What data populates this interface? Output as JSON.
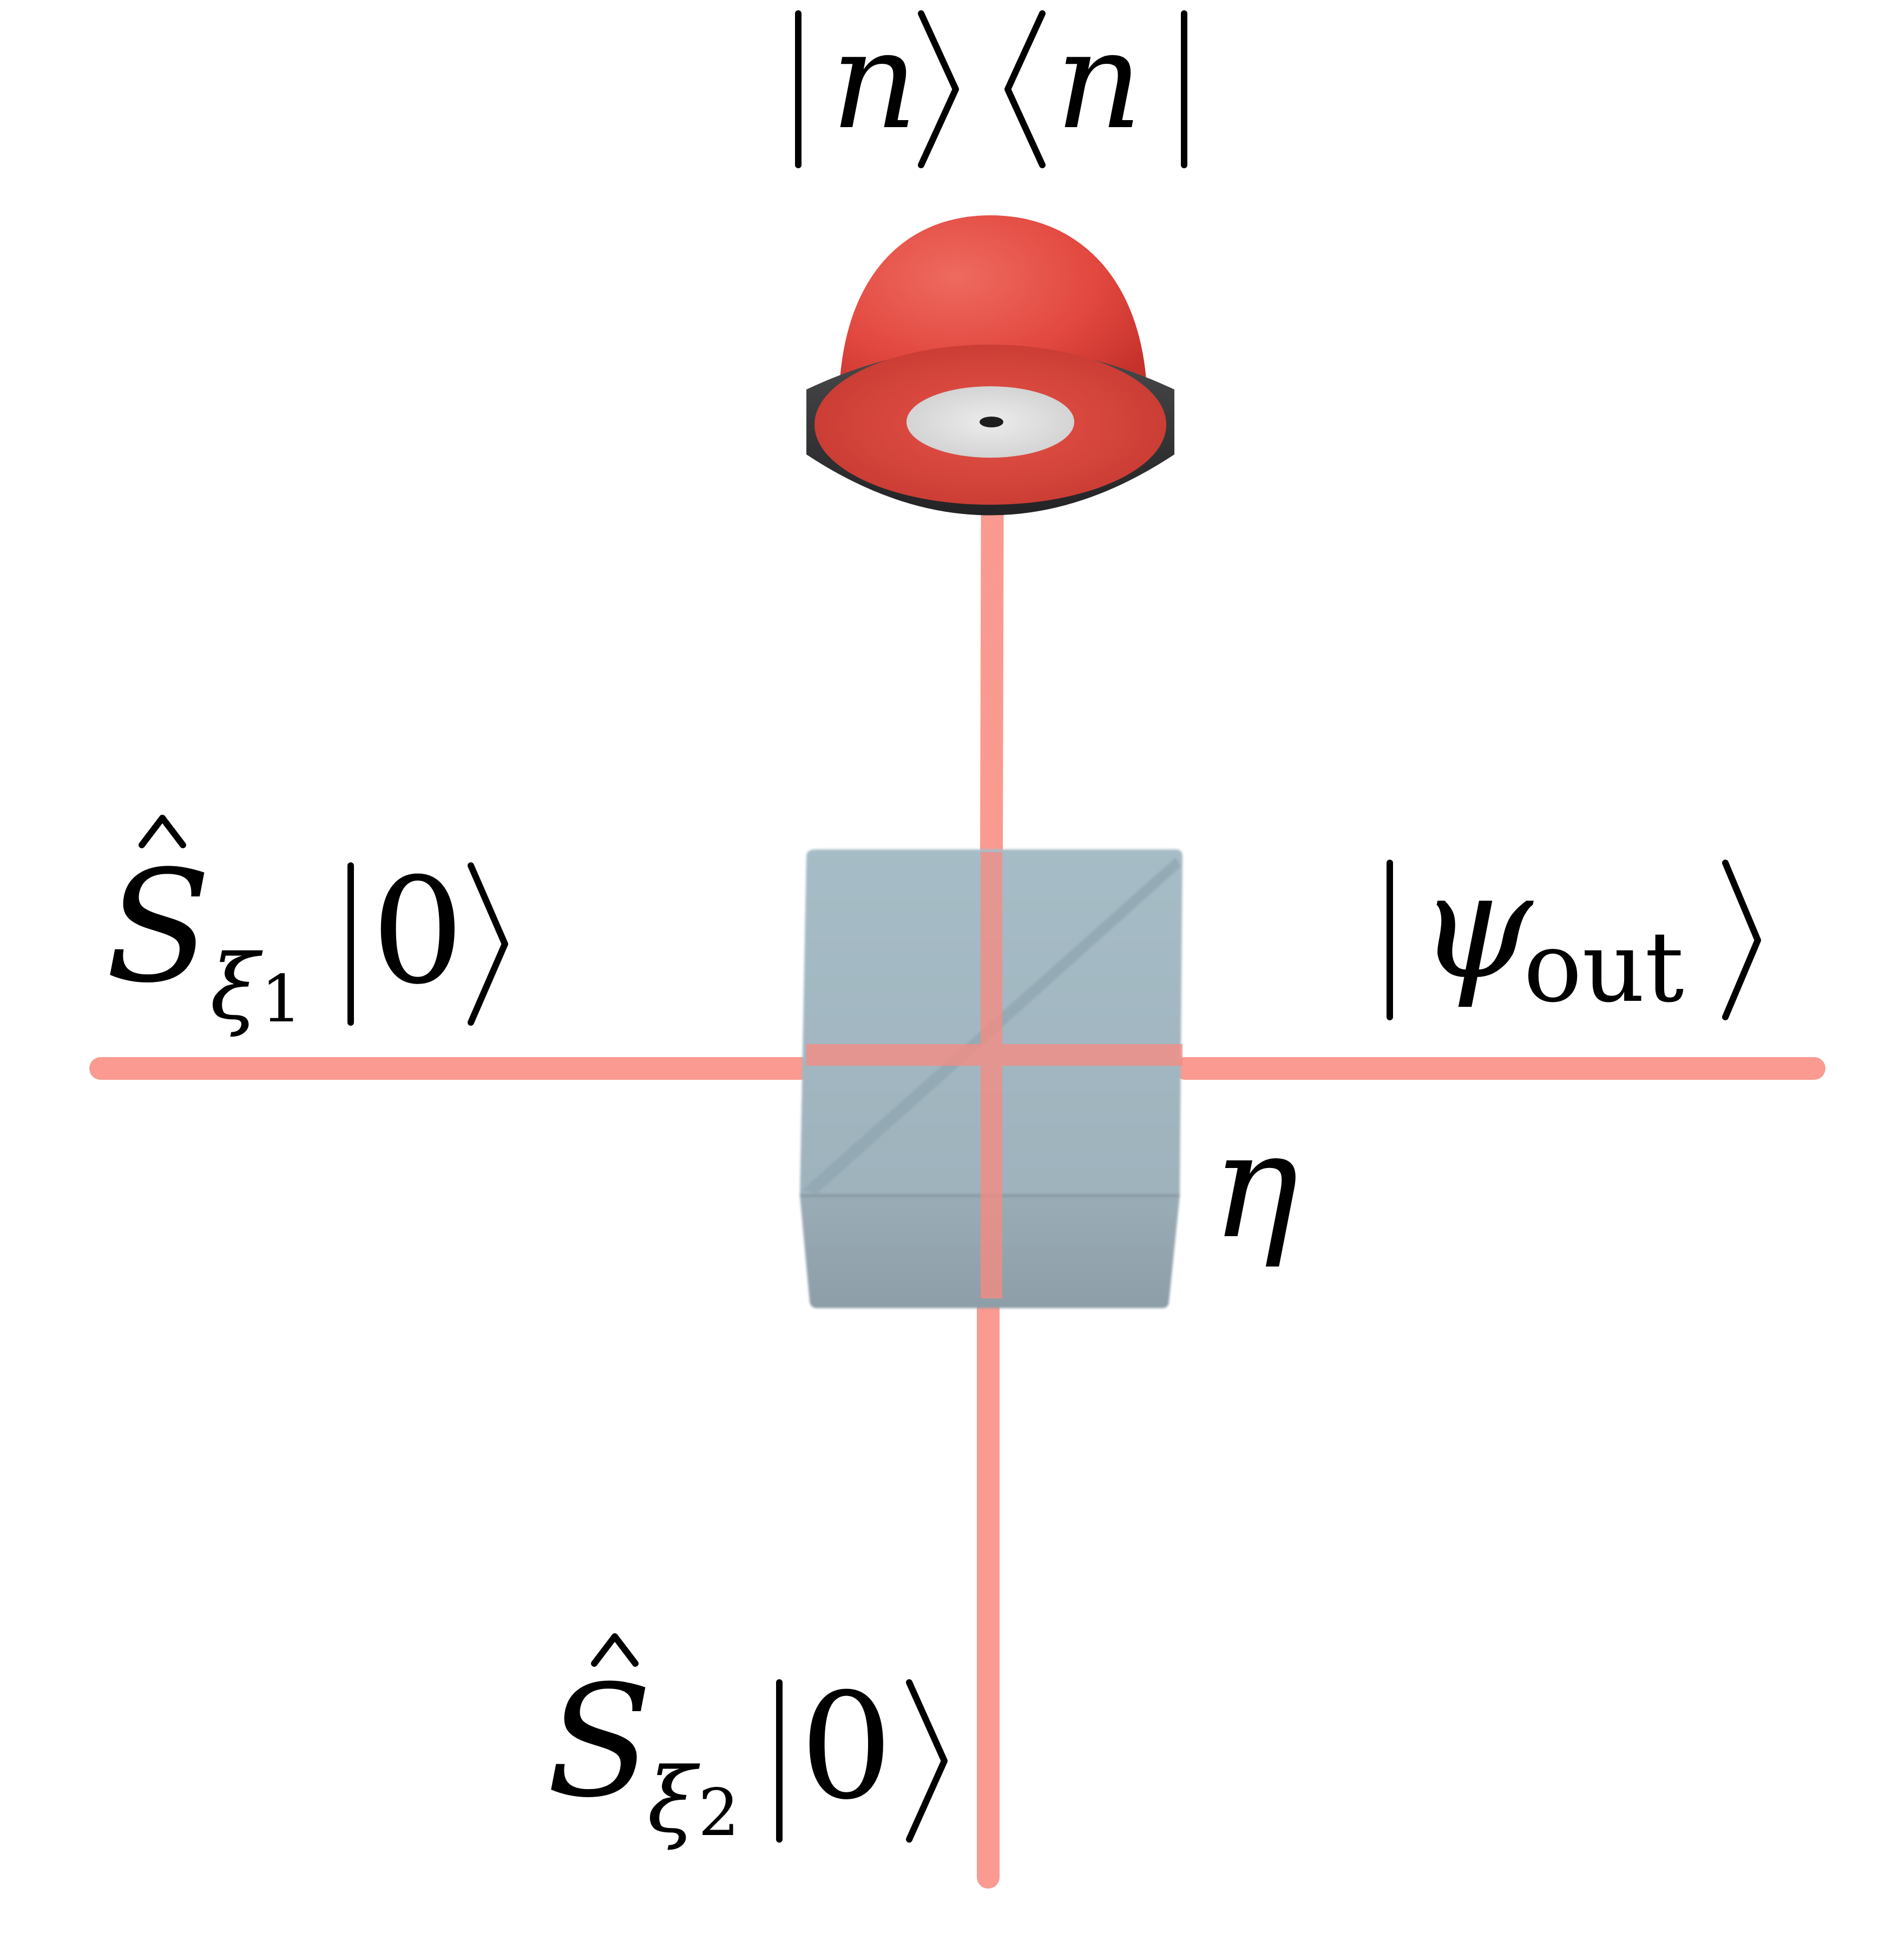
{
  "labels": {
    "detector": {
      "ket_n": "n",
      "bra_n": "n"
    },
    "input_1": {
      "operator": "S",
      "subscript": "ξ",
      "subscript_index": "1",
      "ket": "0"
    },
    "input_2": {
      "operator": "S",
      "subscript": "ξ",
      "subscript_index": "2",
      "ket": "0"
    },
    "output": {
      "symbol": "ψ",
      "subscript": "out"
    },
    "beam_splitter": {
      "parameter": "η"
    }
  },
  "colors": {
    "beam": "#fa9a90",
    "detector_dome": "#e2483f",
    "detector_ring": "#3a3a3c",
    "detector_window": "#d9d9d9",
    "beam_splitter_glass": "#a3b8c3"
  },
  "icons": {
    "detector": "photon-detector-icon",
    "beam_splitter": "beam-splitter-cube-icon"
  }
}
